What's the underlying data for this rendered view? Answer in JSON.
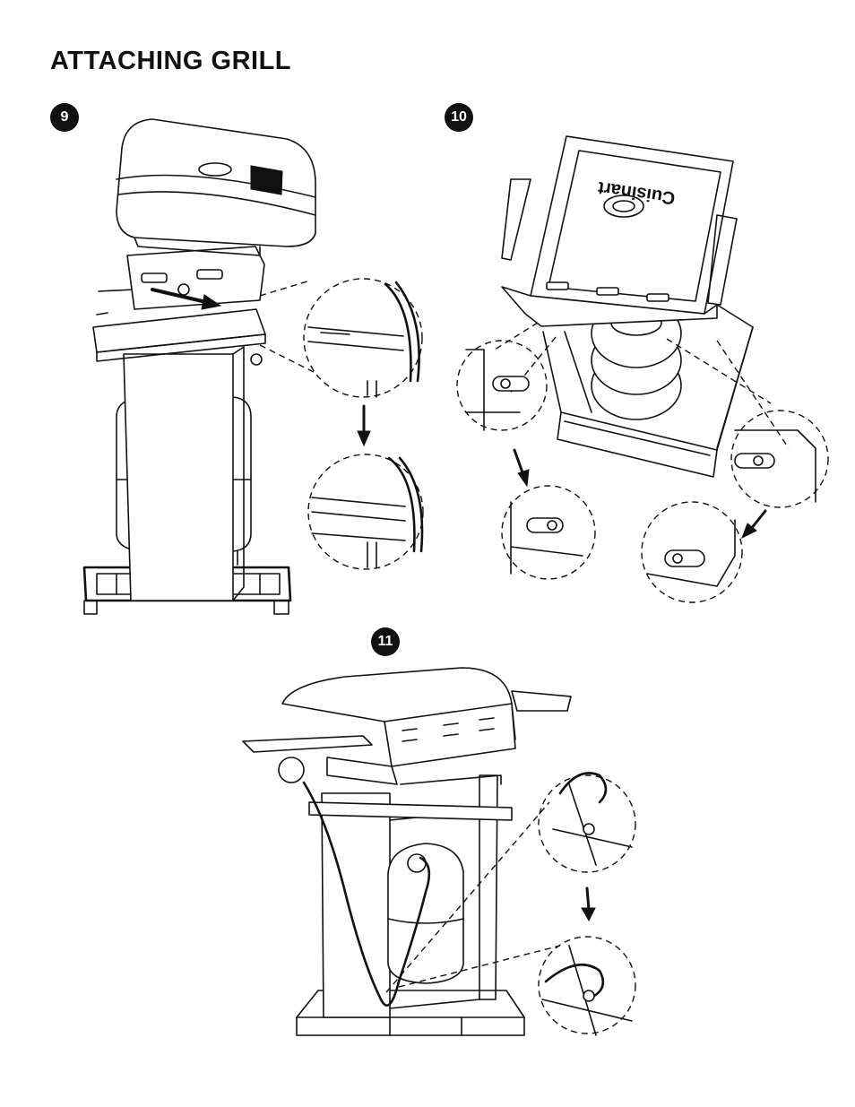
{
  "page": {
    "title": "ATTACHING GRILL"
  },
  "steps": [
    {
      "number": "9"
    },
    {
      "number": "10"
    },
    {
      "number": "11"
    }
  ],
  "brand_logo": "Cuisinart",
  "icons": [
    "arrow-right-icon",
    "arrow-down-icon",
    "circle-detail-icon",
    "gas-tank-icon",
    "grill-icon"
  ],
  "colors": {
    "ink": "#111111",
    "paper": "#ffffff",
    "shade": "#d9d9d9"
  }
}
